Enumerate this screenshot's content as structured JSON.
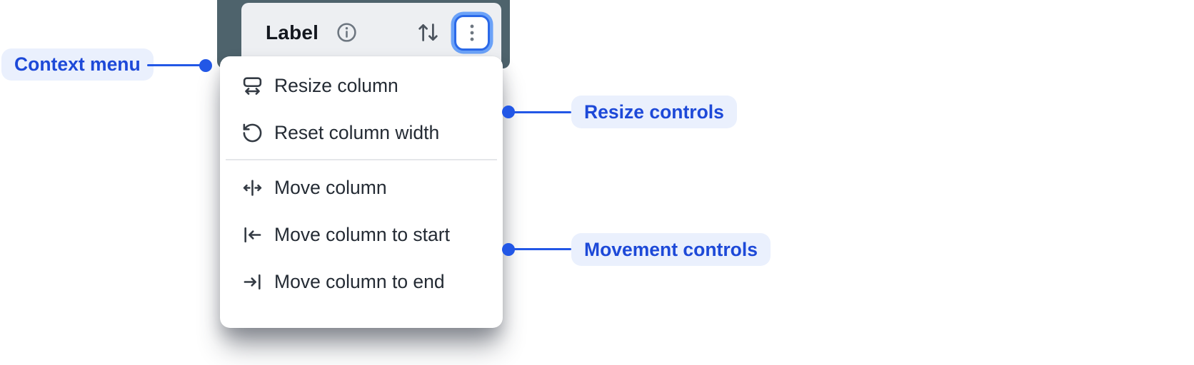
{
  "colors": {
    "accent": "#2257E6",
    "accent-text": "#1D49D8",
    "pill-bg": "#EAF0FD",
    "backdrop": "#4E636C",
    "header-bg": "#EDEFF2",
    "header-text": "#14181F",
    "header-icon": "#6D7680",
    "menu-bg": "#FFFFFF",
    "menu-text": "#242B34",
    "icon": "#343B44",
    "ring-inner": "#2B69E8",
    "ring-outer": "#6BA2F8",
    "divider": "#E5E7EA"
  },
  "header": {
    "label": "Label",
    "info_icon": "info-icon",
    "sort_icon": "sort-arrows-icon",
    "menu_button_icon": "kebab-menu-icon"
  },
  "context_menu": {
    "items": [
      {
        "label": "Resize column",
        "icon": "resize-column-icon"
      },
      {
        "label": "Reset column width",
        "icon": "reset-width-icon"
      },
      {
        "divider": true
      },
      {
        "label": "Move column",
        "icon": "move-column-icon"
      },
      {
        "label": "Move column to start",
        "icon": "move-to-start-icon"
      },
      {
        "label": "Move column to end",
        "icon": "move-to-end-icon"
      }
    ]
  },
  "annotations": {
    "context_menu": {
      "label": "Context menu"
    },
    "resize": {
      "label": "Resize controls"
    },
    "movement": {
      "label": "Movement controls"
    }
  }
}
